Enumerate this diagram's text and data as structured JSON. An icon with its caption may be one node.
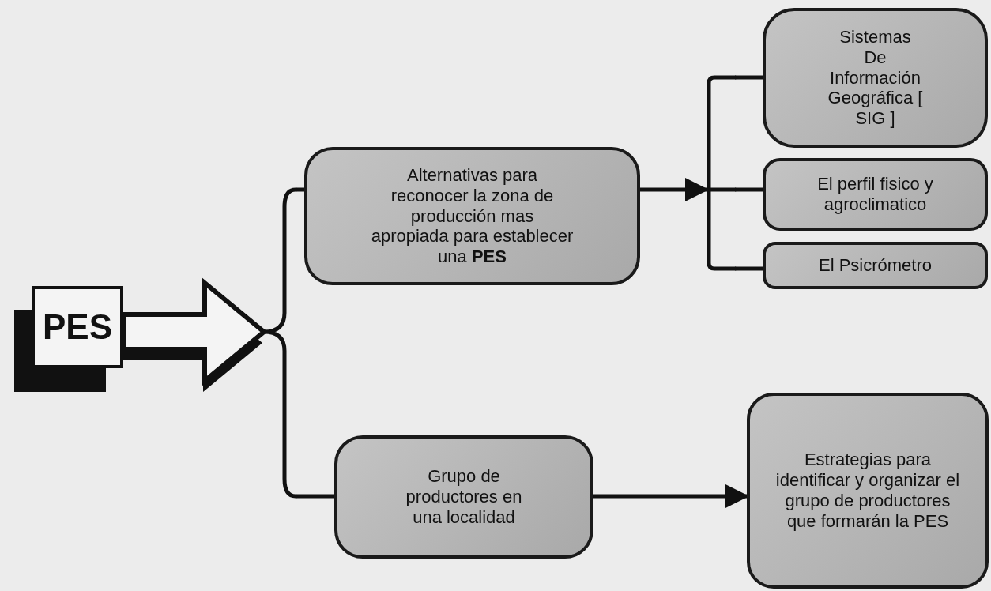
{
  "diagram": {
    "nodes": [
      {
        "text": [
          "PES"
        ]
      },
      {
        "text": [
          "Alternativas para reconocer la zona de producción mas apropiada para establecer una **PES**"
        ]
      },
      {
        "text": [
          "Grupo de productores en una localidad"
        ]
      },
      {
        "text": [
          "Sistemas De Información Geográfica [ SIG ]"
        ]
      },
      {
        "text": [
          "El perfil fisico y agroclimatico"
        ]
      },
      {
        "text": [
          "El Psicrómetro"
        ]
      },
      {
        "text": [
          "Estrategias para identificar y organizar el grupo de productores que formarán la PES"
        ]
      },
      {
        "text": [],
        "shape": "bracket"
      },
      {
        "text": [],
        "shape": "bracket"
      }
    ],
    "edges": [
      {
        "from": 0,
        "to": 7,
        "arrow": "to",
        "style": "thick"
      },
      {
        "from": 7,
        "to": 1,
        "arrow": "none"
      },
      {
        "from": 7,
        "to": 2,
        "arrow": "none"
      },
      {
        "from": 1,
        "to": 8,
        "arrow": "to"
      },
      {
        "from": 8,
        "to": 3,
        "arrow": "none"
      },
      {
        "from": 8,
        "to": 4,
        "arrow": "none"
      },
      {
        "from": 8,
        "to": 5,
        "arrow": "none"
      },
      {
        "from": 2,
        "to": 6,
        "arrow": "to"
      }
    ]
  }
}
